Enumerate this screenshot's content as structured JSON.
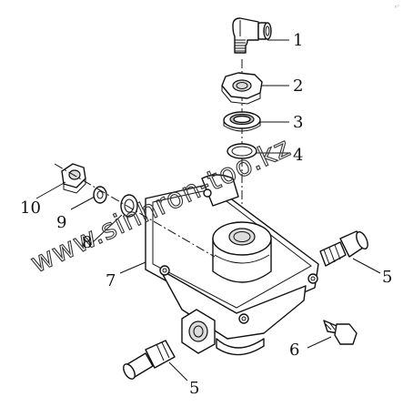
{
  "labels": {
    "l1": "1",
    "l2": "2",
    "l3": "3",
    "l4": "4",
    "l5a": "5",
    "l5b": "5",
    "l6": "6",
    "l7": "7",
    "l8": "8",
    "l9": "9",
    "l10": "10"
  },
  "watermark": "www.sinhron-too.kz",
  "corner_mark": "y7"
}
